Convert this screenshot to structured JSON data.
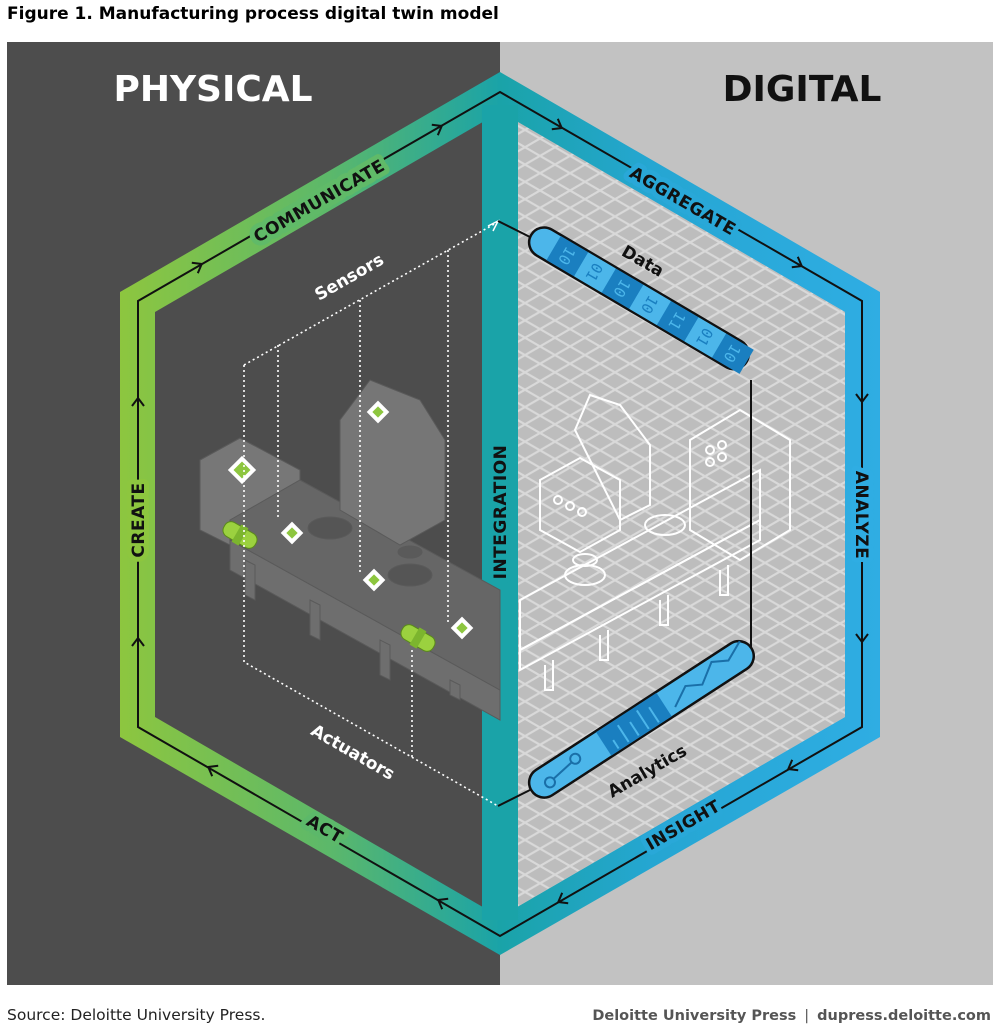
{
  "title": "Figure 1. Manufacturing process digital twin model",
  "panels": {
    "physical": "PHYSICAL",
    "digital": "DIGITAL"
  },
  "cycle": {
    "communicate": "COMMUNICATE",
    "aggregate": "AGGREGATE",
    "analyze": "ANALYZE",
    "insight": "INSIGHT",
    "act": "ACT",
    "create": "CREATE",
    "integration": "INTEGRATION"
  },
  "labels": {
    "sensors": "Sensors",
    "actuators": "Actuators",
    "data": "Data",
    "analytics": "Analytics"
  },
  "data_bits": [
    "10",
    "01",
    "10",
    "10",
    "11",
    "01",
    "10"
  ],
  "colors": {
    "physical_bg": "#4d4d4d",
    "digital_bg": "#c2c2c2",
    "green": "#8dc63f",
    "teal": "#1aa3a8",
    "blue": "#2ba8e0",
    "dark_blue": "#1a78b8"
  },
  "footer": {
    "source": "Source: Deloitte University Press.",
    "publisher": "Deloitte University Press",
    "separator": "|",
    "url": "dupress.deloitte.com"
  }
}
